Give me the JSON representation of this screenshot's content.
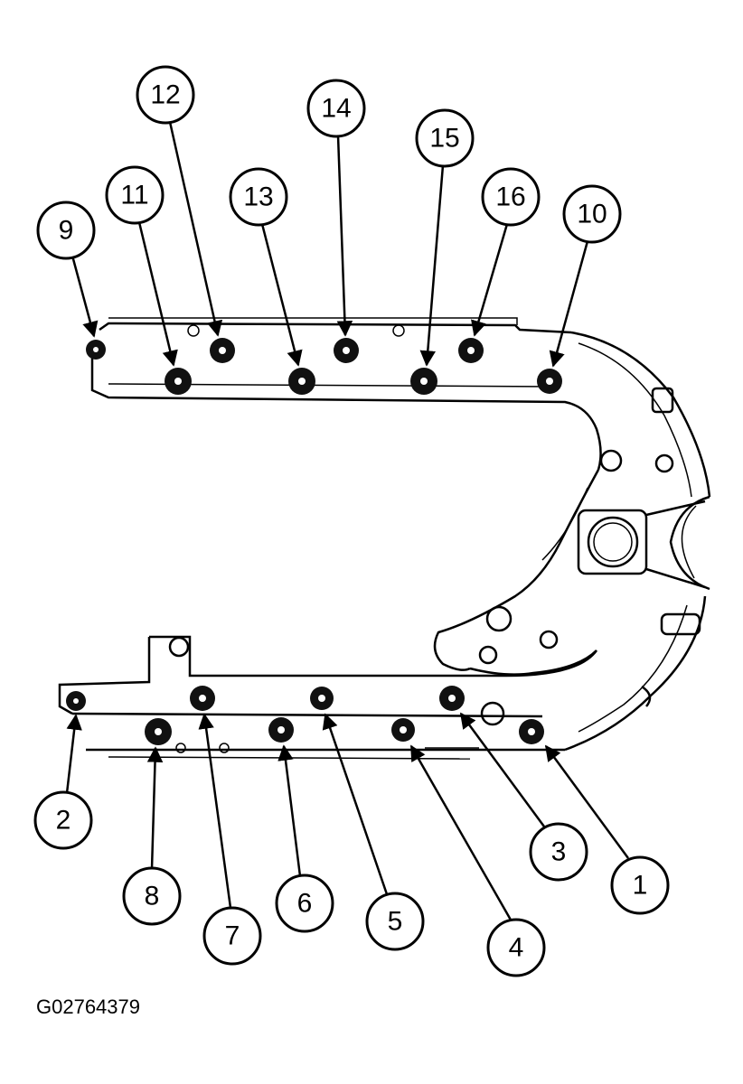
{
  "figure_code": "G02764379",
  "callouts": [
    {
      "id": "callout-1",
      "label": "1"
    },
    {
      "id": "callout-2",
      "label": "2"
    },
    {
      "id": "callout-3",
      "label": "3"
    },
    {
      "id": "callout-4",
      "label": "4"
    },
    {
      "id": "callout-5",
      "label": "5"
    },
    {
      "id": "callout-6",
      "label": "6"
    },
    {
      "id": "callout-7",
      "label": "7"
    },
    {
      "id": "callout-8",
      "label": "8"
    },
    {
      "id": "callout-9",
      "label": "9"
    },
    {
      "id": "callout-10",
      "label": "10"
    },
    {
      "id": "callout-11",
      "label": "11"
    },
    {
      "id": "callout-12",
      "label": "12"
    },
    {
      "id": "callout-13",
      "label": "13"
    },
    {
      "id": "callout-14",
      "label": "14"
    },
    {
      "id": "callout-15",
      "label": "15"
    },
    {
      "id": "callout-16",
      "label": "16"
    }
  ]
}
